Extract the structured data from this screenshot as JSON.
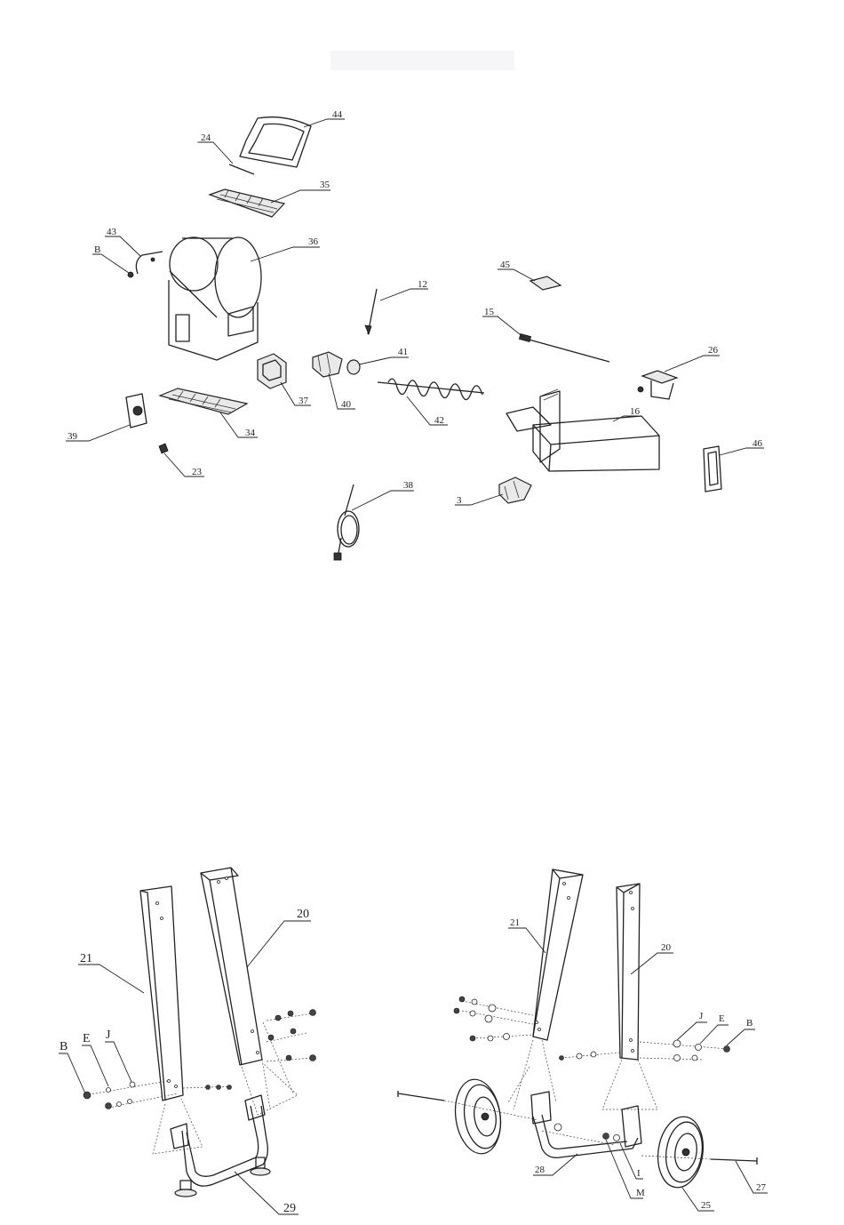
{
  "top_diagram": {
    "labels": [
      "44",
      "24",
      "35",
      "43",
      "B",
      "36",
      "12",
      "45",
      "15",
      "26",
      "41",
      "40",
      "37",
      "34",
      "39",
      "42",
      "16",
      "23",
      "46",
      "38",
      "3"
    ]
  },
  "bottom_left": {
    "labels": [
      "20",
      "21",
      "B",
      "E",
      "J",
      "29"
    ]
  },
  "bottom_right": {
    "labels": [
      "21",
      "20",
      "J",
      "E",
      "B",
      "28",
      "I",
      "M",
      "25",
      "27"
    ]
  }
}
